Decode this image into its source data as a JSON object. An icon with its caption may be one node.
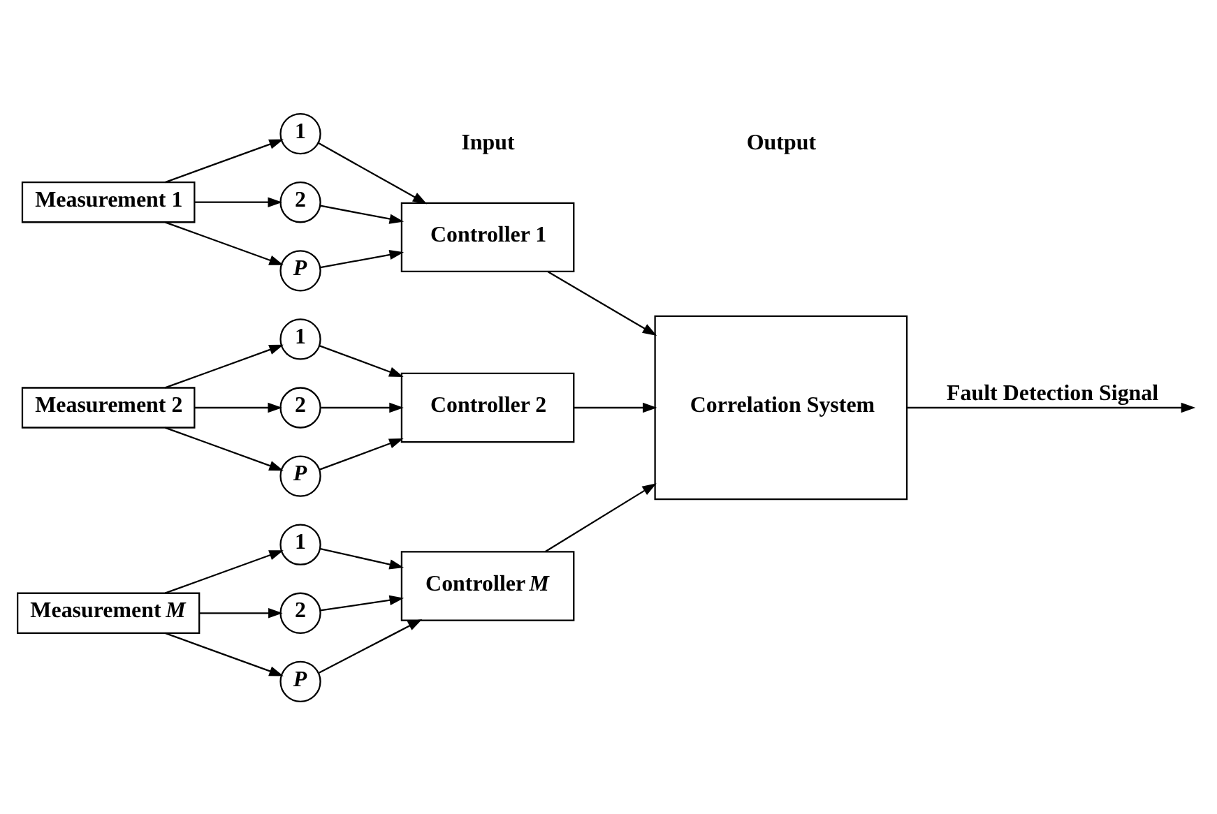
{
  "diagram": {
    "nodes": [
      {
        "text": [
          "Measurement 1"
        ]
      },
      {
        "text": [
          "1"
        ]
      },
      {
        "text": [
          "2"
        ]
      },
      {
        "text": [
          "P"
        ]
      },
      {
        "text": [
          "Controller 1"
        ]
      },
      {
        "text": [
          "Measurement 2"
        ]
      },
      {
        "text": [
          "1"
        ]
      },
      {
        "text": [
          "2"
        ]
      },
      {
        "text": [
          "P"
        ]
      },
      {
        "text": [
          "Controller 2"
        ]
      },
      {
        "text": [
          "Measurement *M*"
        ]
      },
      {
        "text": [
          "1"
        ]
      },
      {
        "text": [
          "2"
        ]
      },
      {
        "text": [
          "P"
        ]
      },
      {
        "text": [
          "Controller *M*"
        ]
      },
      {
        "text": [
          "Correlation System"
        ]
      }
    ],
    "edges": [
      {
        "from": 0,
        "to": 1,
        "arrow": "to"
      },
      {
        "from": 0,
        "to": 2,
        "arrow": "to"
      },
      {
        "from": 0,
        "to": 3,
        "arrow": "to"
      },
      {
        "from": 1,
        "to": 4,
        "arrow": "to"
      },
      {
        "from": 2,
        "to": 4,
        "arrow": "to"
      },
      {
        "from": 3,
        "to": 4,
        "arrow": "to"
      },
      {
        "from": 5,
        "to": 6,
        "arrow": "to"
      },
      {
        "from": 5,
        "to": 7,
        "arrow": "to"
      },
      {
        "from": 5,
        "to": 8,
        "arrow": "to"
      },
      {
        "from": 6,
        "to": 9,
        "arrow": "to"
      },
      {
        "from": 7,
        "to": 9,
        "arrow": "to"
      },
      {
        "from": 8,
        "to": 9,
        "arrow": "to"
      },
      {
        "from": 10,
        "to": 11,
        "arrow": "to"
      },
      {
        "from": 10,
        "to": 12,
        "arrow": "to"
      },
      {
        "from": 10,
        "to": 13,
        "arrow": "to"
      },
      {
        "from": 11,
        "to": 14,
        "arrow": "to"
      },
      {
        "from": 12,
        "to": 14,
        "arrow": "to"
      },
      {
        "from": 13,
        "to": 14,
        "arrow": "to"
      },
      {
        "from": 4,
        "to": 15,
        "arrow": "to"
      },
      {
        "from": 9,
        "to": 15,
        "arrow": "to"
      },
      {
        "from": 14,
        "to": 15,
        "arrow": "to"
      },
      {
        "from": 15,
        "to": null,
        "arrow": "to",
        "label": "Fault Detection Signal"
      }
    ],
    "labels": [
      "Input",
      "Output"
    ]
  }
}
